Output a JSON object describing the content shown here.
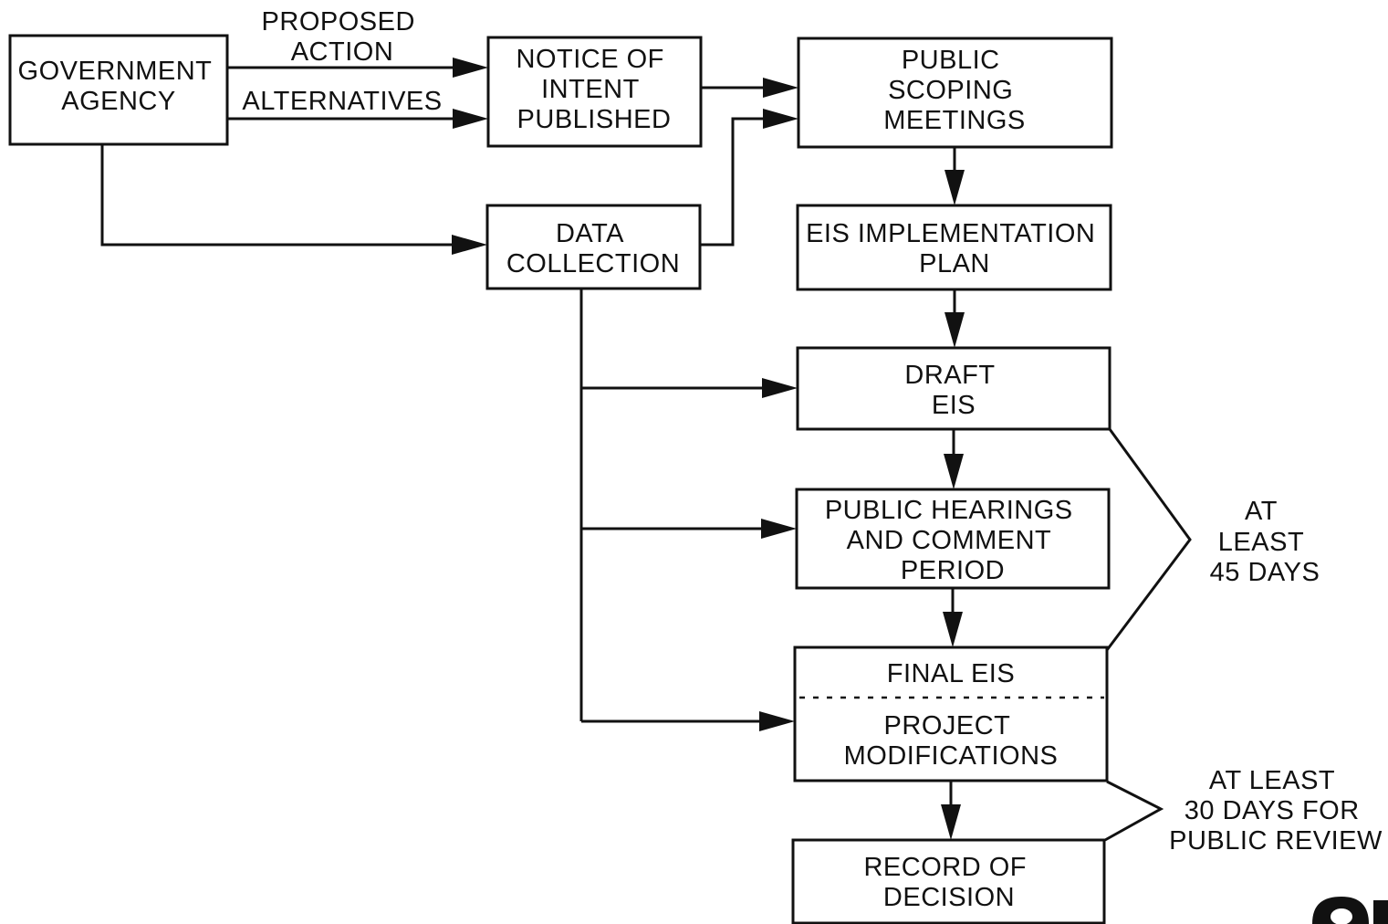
{
  "nodes": {
    "government_agency": {
      "lines": [
        "GOVERNMENT",
        "AGENCY"
      ]
    },
    "notice_of_intent": {
      "lines": [
        "NOTICE OF",
        "INTENT",
        "PUBLISHED"
      ]
    },
    "public_scoping": {
      "lines": [
        "PUBLIC",
        "SCOPING",
        "MEETINGS"
      ]
    },
    "data_collection": {
      "lines": [
        "DATA",
        "COLLECTION"
      ]
    },
    "eis_implementation": {
      "lines": [
        "EIS IMPLEMENTATION",
        "PLAN"
      ]
    },
    "draft_eis": {
      "lines": [
        "DRAFT",
        "EIS"
      ]
    },
    "public_hearings": {
      "lines": [
        "PUBLIC HEARINGS",
        "AND COMMENT",
        "PERIOD"
      ]
    },
    "final_eis": {
      "lines": [
        "FINAL EIS"
      ]
    },
    "project_modifications": {
      "lines": [
        "PROJECT",
        "MODIFICATIONS"
      ]
    },
    "record_of_decision": {
      "lines": [
        "RECORD OF",
        "DECISION"
      ]
    }
  },
  "edge_labels": {
    "proposed_action": {
      "lines": [
        "PROPOSED",
        "ACTION"
      ]
    },
    "alternatives": {
      "lines": [
        "ALTERNATIVES"
      ]
    }
  },
  "annotations": {
    "at_least_45_days": {
      "lines": [
        "AT",
        "LEAST",
        "45 DAYS"
      ]
    },
    "at_least_30_days": {
      "lines": [
        "AT LEAST",
        "30 DAYS FOR",
        "PUBLIC REVIEW"
      ]
    }
  },
  "colors": {
    "ink": "#111111",
    "background": "#ffffff"
  }
}
